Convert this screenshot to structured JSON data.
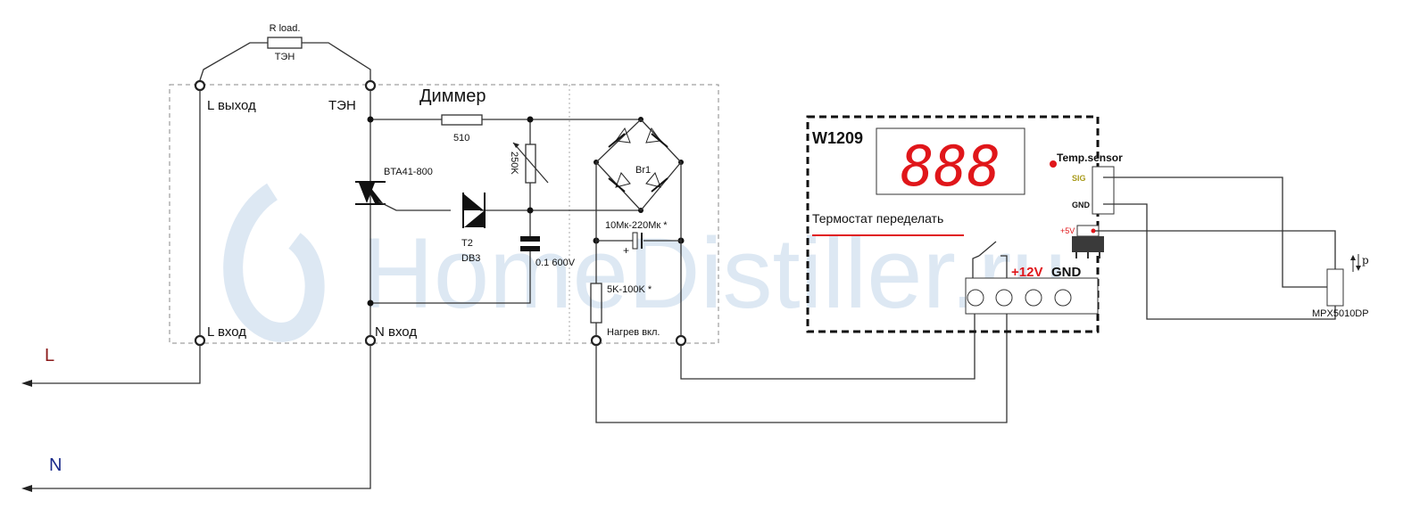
{
  "watermark": "HomeDistiller.ru",
  "load": {
    "label": "R load.",
    "sub": "ТЭН"
  },
  "dimmer": {
    "title": "Диммер",
    "l_out": "L выход",
    "ten": "ТЭН",
    "l_in": "L вход",
    "n_in": "N вход",
    "r1": "510",
    "pot": "250K",
    "triac": "BTA41-800",
    "diac_ref": "T2",
    "diac": "DB3",
    "cap": "0.1  600V",
    "bridge": "Br1",
    "ecap": "10Мк-220Мк *",
    "plus": "+",
    "r2": "5K-100K *",
    "heat_on": "Нагрев вкл."
  },
  "mains": {
    "l": "L",
    "n": "N"
  },
  "thermostat": {
    "model": "W1209",
    "display": "888",
    "note": "Термостат переделать",
    "temp_sensor": "Temp.sensor",
    "sig": "SIG",
    "gnd": "GND",
    "plus5": "+5V",
    "plus12": "+12V",
    "gnd_term": "GND"
  },
  "sensor": {
    "model": "MPX5010DP",
    "p": "p"
  },
  "colors": {
    "red": "#e0161a",
    "blue": "#1a2a8a",
    "darkred": "#8b1a1a",
    "sig": "#a89a1a",
    "watermark": "#dde8f3"
  }
}
